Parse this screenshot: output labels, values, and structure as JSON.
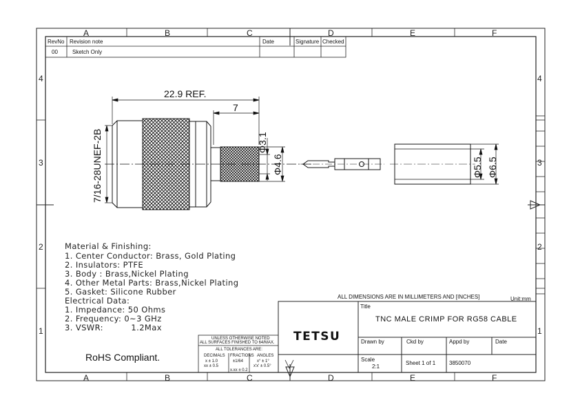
{
  "zones": {
    "columns": [
      "A",
      "B",
      "C",
      "D",
      "E",
      "F"
    ],
    "rows": [
      "4",
      "3",
      "2",
      "1"
    ]
  },
  "revision_table": {
    "headers": [
      "RevNo",
      "Revision note",
      "Date",
      "Signature",
      "Checked"
    ],
    "rows": [
      [
        "00",
        "Sketch Only",
        "",
        "",
        ""
      ]
    ]
  },
  "dimensions": {
    "overall_length": "22.9 REF.",
    "crimp_length": "7",
    "thread": "7/16-28UNEF-2B",
    "inner_dia": "Φ3.1",
    "crimp_dia": "Φ4.6",
    "ferrule_inner": "Φ5.5",
    "ferrule_outer": "Φ6.5"
  },
  "material_notes": [
    "Material & Finishing:",
    "1. Center Conductor: Brass, Gold Plating",
    "2. Insulators: PTFE",
    "3. Body : Brass,Nickel Plating",
    "4. Other Metal Parts: Brass,Nickel Plating",
    "5. Gasket: Silicone Rubber",
    "Electrical Data:",
    "1. Impedance: 50 Ohms",
    "2. Frequency: 0~3 GHz",
    "3. VSWR:          1.2Max"
  ],
  "rohs": "RoHS Compliant.",
  "tolerances": {
    "line1": "UNLESS OTHERWISE NOTED",
    "line2": "ALL SURFACES FINISHED TO 64/MAX.",
    "line3": "ALL TOLERANCES ARE:",
    "h1": "DECIMALS",
    "h2": "FRACTIONS",
    "h3": "ANGLES",
    "d1": "x  ± 1.0",
    "d2": "xx  ± 0.5",
    "f1": "±1/64",
    "a1": "x°  ± 1°",
    "a2": "x'x'  ± 0.5°",
    "extra": "x.xx  ± 0.2"
  },
  "title_block": {
    "dims_note": "ALL DIMENSIONS ARE IN MILLIMETERS AND [INCHES]",
    "unit": "Unit:mm",
    "company": "TETSU",
    "title_label": "Title",
    "title": "TNC MALE CRIMP FOR RG58 CABLE",
    "drawn_by": "Drawn by",
    "ckd_by": "Ckd by",
    "appd_by": "Appd by",
    "date": "Date",
    "scale_label": "Scale",
    "scale": "2:1",
    "sheet": "Sheet 1 of 1",
    "drawing_no": "3850070"
  }
}
